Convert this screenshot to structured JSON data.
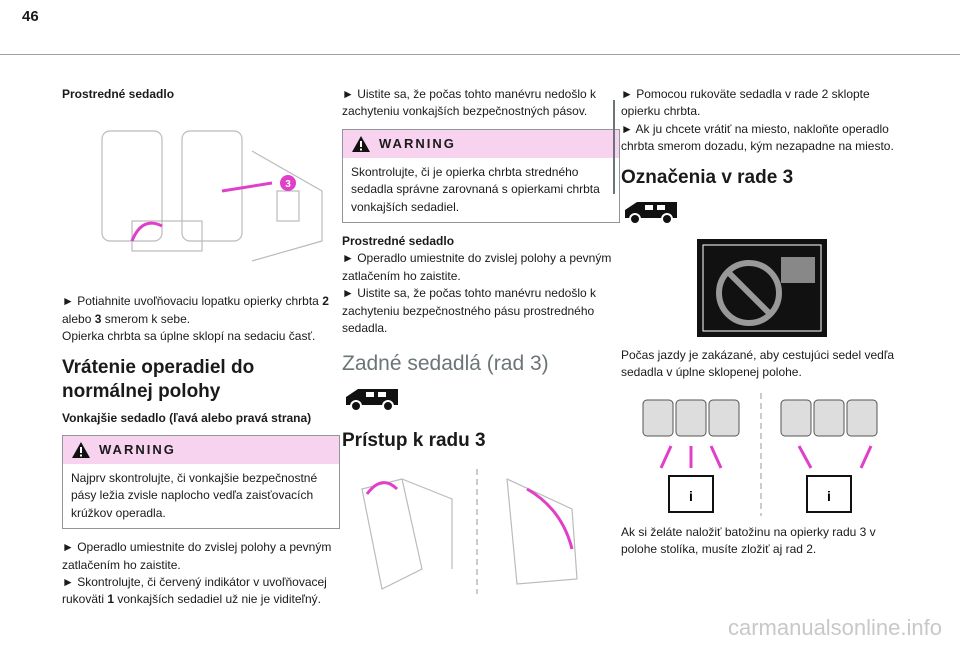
{
  "page_number": "46",
  "col1": {
    "subheading": "Prostredné sedadlo",
    "step1_pre": "► Potiahnite uvoľňovaciu lopatku opierky chrbta ",
    "step1_b1": "2",
    "step1_mid": " alebo ",
    "step1_b2": "3",
    "step1_post": " smerom k sebe.",
    "note": "Opierka chrbta sa úplne sklopí na sedaciu časť.",
    "heading": "Vrátenie operadiel do normálnej polohy",
    "subheading2": "Vonkajšie sedadlo (ľavá alebo pravá strana)",
    "warning_title": "WARNING",
    "warning_text": "Najprv skontrolujte, či vonkajšie bezpečnostné pásy ležia zvisle naplocho vedľa zaisťovacích krúžkov operadla.",
    "step2": "► Operadlo umiestnite do zvislej polohy a pevným zatlačením ho zaistite.",
    "step3_pre": "► Skontrolujte, či červený indikátor v uvoľňovacej rukoväti ",
    "step3_b": "1",
    "step3_post": " vonkajších sedadiel už nie je viditeľný."
  },
  "col2": {
    "step1": "► Uistite sa, že počas tohto manévru nedošlo k zachyteniu vonkajších bezpečnostných pásov.",
    "warning_title": "WARNING",
    "warning_text": "Skontrolujte, či je opierka chrbta stredného sedadla správne zarovnaná s opierkami chrbta vonkajších sedadiel.",
    "subheading": "Prostredné sedadlo",
    "step2": "► Operadlo umiestnite do zvislej polohy a pevným zatlačením ho zaistite.",
    "step3": "► Uistite sa, že počas tohto manévru nedošlo k zachyteniu bezpečnostného pásu prostredného sedadla.",
    "section_title": "Zadné sedadlá (rad 3)",
    "heading": "Prístup k radu 3"
  },
  "col3": {
    "step1": "► Pomocou rukoväte sedadla v rade 2 sklopte opierku chrbta.",
    "step2": "► Ak ju chcete vrátiť na miesto, nakloňte operadlo chrbta smerom dozadu, kým nezapadne na miesto.",
    "heading": "Označenia v rade 3",
    "label_text": "Počas jazdy je zakázané, aby cestujúci sedel vedľa sedadla v úplne sklopenej polohe.",
    "final": "Ak si želáte naložiť batožinu na opierky radu 3 v polohe stolíka, musíte zložiť aj rad 2."
  },
  "callout_number": "3",
  "watermark": "carmanualsonline.info",
  "colors": {
    "warning_bg": "#f7d3f0",
    "accent": "#e040c8",
    "rule": "#9aa3a3"
  }
}
